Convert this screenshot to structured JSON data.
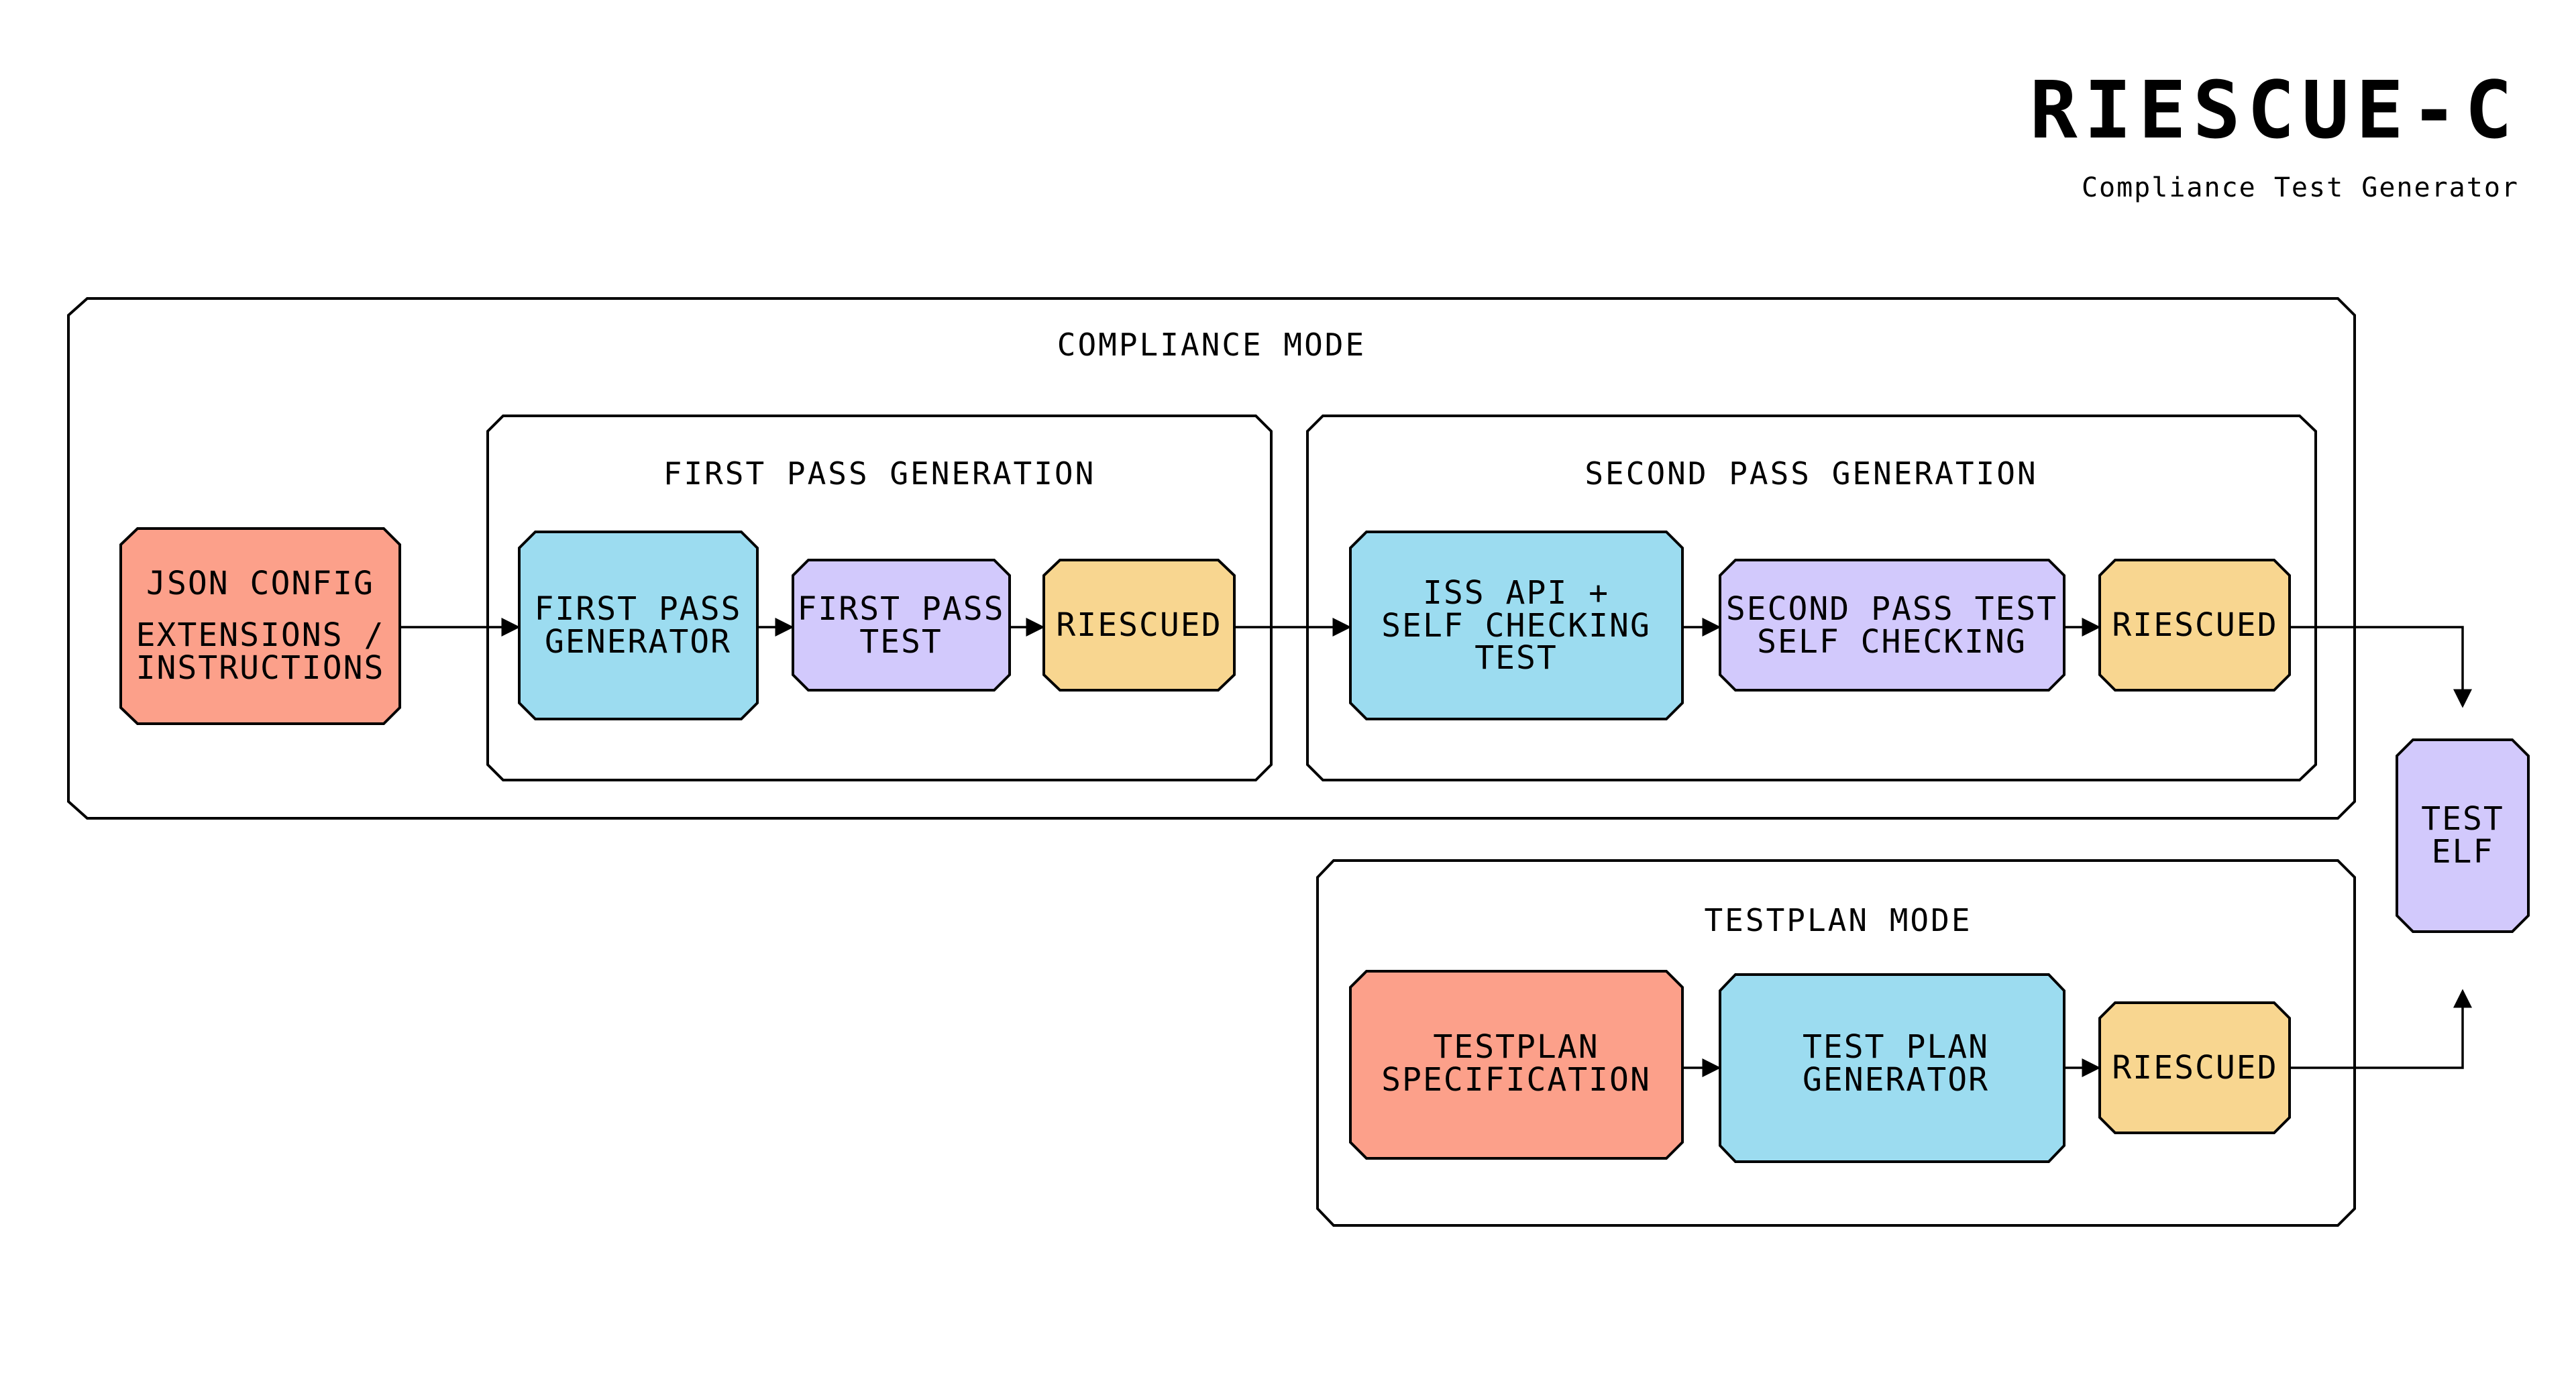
{
  "brand": {
    "title": "RIESCUE-C",
    "subtitle": "Compliance Test Generator"
  },
  "colors": {
    "input": "#FCA08A",
    "generator": "#9CDCF0",
    "test": "#D2C9FC",
    "riescued": "#F8D690",
    "stroke": "#000000"
  },
  "compliance_mode": {
    "title": "COMPLIANCE MODE",
    "json_config": {
      "line1": "JSON CONFIG",
      "line2": "EXTENSIONS /",
      "line3": "INSTRUCTIONS"
    },
    "first_pass": {
      "title": "FIRST PASS GENERATION",
      "generator": {
        "line1": "FIRST PASS",
        "line2": "GENERATOR"
      },
      "test": {
        "line1": "FIRST PASS",
        "line2": "TEST"
      },
      "riescued": "RIESCUED"
    },
    "second_pass": {
      "title": "SECOND PASS GENERATION",
      "iss_api": {
        "line1": "ISS API +",
        "line2": "SELF CHECKING",
        "line3": "TEST"
      },
      "test": {
        "line1": "SECOND PASS TEST",
        "line2": "SELF CHECKING"
      },
      "riescued": "RIESCUED"
    }
  },
  "testplan_mode": {
    "title": "TESTPLAN MODE",
    "specification": {
      "line1": "TESTPLAN",
      "line2": "SPECIFICATION"
    },
    "generator": {
      "line1": "TEST PLAN",
      "line2": "GENERATOR"
    },
    "riescued": "RIESCUED"
  },
  "output": {
    "line1": "TEST",
    "line2": "ELF"
  }
}
